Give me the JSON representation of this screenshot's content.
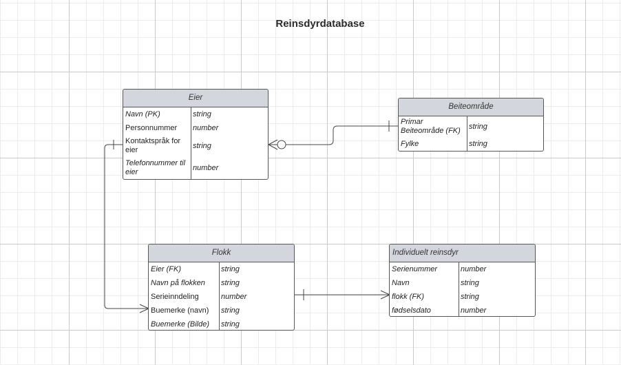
{
  "title": "Reinsdyrdatabase",
  "entities": {
    "eier": {
      "name": "Eier",
      "rows": [
        {
          "attr": "Navn (PK)",
          "type": "string",
          "italic": true
        },
        {
          "attr": "Personnummer",
          "type": "number",
          "italic": false
        },
        {
          "attr": "Kontaktspråk for eier",
          "type": "string",
          "italic": false
        },
        {
          "attr": "Telefonnummer til eier",
          "type": "number",
          "italic": true
        }
      ]
    },
    "beiteomrade": {
      "name": "Beiteområde",
      "rows": [
        {
          "attr": "Primar Beiteområde (FK)",
          "type": "string",
          "italic": true
        },
        {
          "attr": "Fylke",
          "type": "string",
          "italic": true
        }
      ]
    },
    "flokk": {
      "name": "Flokk",
      "rows": [
        {
          "attr": "Eier (FK)",
          "type": "string",
          "italic": true
        },
        {
          "attr": "Navn på flokken",
          "type": "string",
          "italic": true
        },
        {
          "attr": "Serieinndeling",
          "type": "number",
          "italic": false
        },
        {
          "attr": "Buemerke (navn)",
          "type": "string",
          "italic": false
        },
        {
          "attr": "Buemerke (Bilde)",
          "type": "string",
          "italic": true
        }
      ]
    },
    "reinsdyr": {
      "name": "Individuelt reinsdyr",
      "rows": [
        {
          "attr": "Serienummer",
          "type": "number",
          "italic": true
        },
        {
          "attr": "Navn",
          "type": "string",
          "italic": true
        },
        {
          "attr": "flokk (FK)",
          "type": "string",
          "italic": true
        },
        {
          "attr": "fødselsdato",
          "type": "number",
          "italic": true
        }
      ]
    }
  },
  "relationships": [
    {
      "from": "eier",
      "from_card": "zero-or-many",
      "to": "beiteomrade",
      "to_card": "one"
    },
    {
      "from": "eier",
      "from_card": "one",
      "to": "flokk",
      "to_card": "many"
    },
    {
      "from": "flokk",
      "from_card": "one",
      "to": "reinsdyr",
      "to_card": "many"
    }
  ]
}
